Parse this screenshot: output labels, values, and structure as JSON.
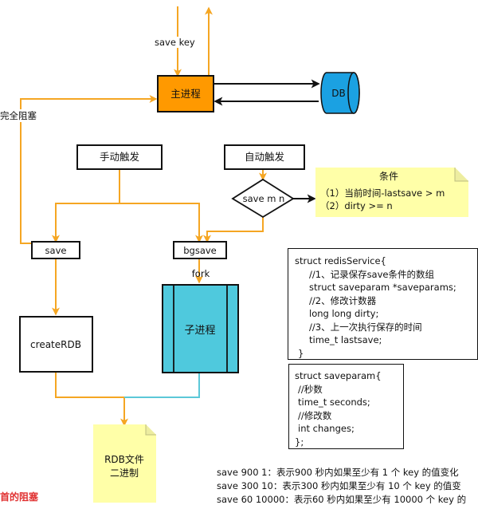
{
  "labels": {
    "save_key": "save key",
    "main_process": "主进程",
    "db": "DB",
    "full_block": "完全阻塞",
    "manual_trigger": "手动触发",
    "auto_trigger": "自动触发",
    "save_condition": "save m n",
    "save": "save",
    "bgsave": "bgsave",
    "fork": "fork",
    "create_rdb": "createRDB",
    "child_process": "子进程",
    "rdb_file_line1": "RDB文件",
    "rdb_file_line2": "二进制",
    "short_block": "首的阻塞"
  },
  "conditions": {
    "title": "条件",
    "items": [
      "（1）当前时间-lastsave > m",
      "（2）dirty >= n"
    ]
  },
  "struct_redis_service": [
    "struct redisService{",
    "    //1、记录保存save条件的数组",
    "    struct saveparam *saveparams;",
    "    //2、修改计数器",
    "    long long dirty;",
    "    //3、上一次执行保存的时间",
    "    time_t lastsave;",
    "  }"
  ],
  "struct_saveparam": [
    "struct saveparam{",
    "  //秒数",
    "  time_t seconds;",
    "  //修改数",
    "  int changes;",
    "};"
  ],
  "save_rules": [
    "save 900 1：表示900 秒内如果至少有 1 个 key 的值变化",
    "save 300 10：表示300 秒内如果至少有 10 个 key 的值变",
    "save 60 10000：表示60 秒内如果至少有 10000 个 key 的"
  ],
  "colors": {
    "arrow": "#F5A623",
    "main_process_fill": "#FF9900",
    "db_fill": "#1BA1E2",
    "child_fill": "#4FC9DD",
    "note_fill": "#FFFFA8",
    "link_cyan": "#5CC8D8",
    "warning_red": "#E03030"
  }
}
